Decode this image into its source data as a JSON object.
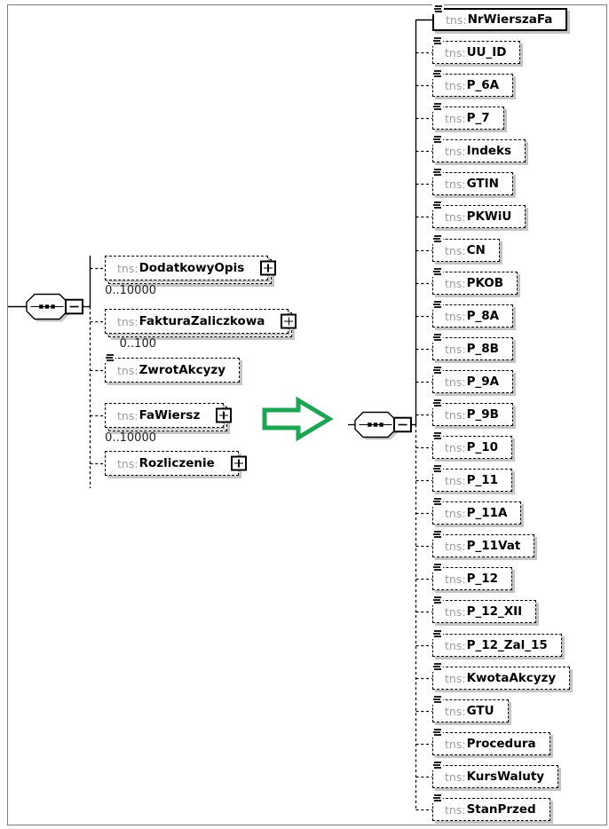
{
  "diagram": {
    "left_sequence": {
      "compositor": "sequence",
      "children": [
        {
          "prefix": "tns:",
          "name": "DodatkowyOpis",
          "kind": "complex",
          "optional": true,
          "repeated": true,
          "cardinality": "0..10000"
        },
        {
          "prefix": "tns:",
          "name": "FakturaZaliczkowa",
          "kind": "complex",
          "optional": true,
          "repeated": true,
          "cardinality": "0..100"
        },
        {
          "prefix": "tns:",
          "name": "ZwrotAkcyzy",
          "kind": "simple",
          "optional": true,
          "repeated": false,
          "cardinality": ""
        },
        {
          "prefix": "tns:",
          "name": "FaWiersz",
          "kind": "complex",
          "optional": true,
          "repeated": true,
          "cardinality": "0..10000"
        },
        {
          "prefix": "tns:",
          "name": "Rozliczenie",
          "kind": "complex",
          "optional": true,
          "repeated": false,
          "cardinality": ""
        }
      ]
    },
    "arrow": {
      "icon": "expand-arrow-icon",
      "direction": "right",
      "color": "#1EA553"
    },
    "right_sequence": {
      "compositor": "sequence",
      "children": [
        {
          "prefix": "tns:",
          "name": "NrWierszaFa",
          "kind": "simple",
          "optional": false,
          "repeated": false,
          "cardinality": ""
        },
        {
          "prefix": "tns:",
          "name": "UU_ID",
          "kind": "simple",
          "optional": true,
          "repeated": false,
          "cardinality": ""
        },
        {
          "prefix": "tns:",
          "name": "P_6A",
          "kind": "simple",
          "optional": true,
          "repeated": false,
          "cardinality": ""
        },
        {
          "prefix": "tns:",
          "name": "P_7",
          "kind": "simple",
          "optional": true,
          "repeated": false,
          "cardinality": ""
        },
        {
          "prefix": "tns:",
          "name": "Indeks",
          "kind": "simple",
          "optional": true,
          "repeated": false,
          "cardinality": ""
        },
        {
          "prefix": "tns:",
          "name": "GTIN",
          "kind": "simple",
          "optional": true,
          "repeated": false,
          "cardinality": ""
        },
        {
          "prefix": "tns:",
          "name": "PKWiU",
          "kind": "simple",
          "optional": true,
          "repeated": false,
          "cardinality": ""
        },
        {
          "prefix": "tns:",
          "name": "CN",
          "kind": "simple",
          "optional": true,
          "repeated": false,
          "cardinality": ""
        },
        {
          "prefix": "tns:",
          "name": "PKOB",
          "kind": "simple",
          "optional": true,
          "repeated": false,
          "cardinality": ""
        },
        {
          "prefix": "tns:",
          "name": "P_8A",
          "kind": "simple",
          "optional": true,
          "repeated": false,
          "cardinality": ""
        },
        {
          "prefix": "tns:",
          "name": "P_8B",
          "kind": "simple",
          "optional": true,
          "repeated": false,
          "cardinality": ""
        },
        {
          "prefix": "tns:",
          "name": "P_9A",
          "kind": "simple",
          "optional": true,
          "repeated": false,
          "cardinality": ""
        },
        {
          "prefix": "tns:",
          "name": "P_9B",
          "kind": "simple",
          "optional": true,
          "repeated": false,
          "cardinality": ""
        },
        {
          "prefix": "tns:",
          "name": "P_10",
          "kind": "simple",
          "optional": true,
          "repeated": false,
          "cardinality": ""
        },
        {
          "prefix": "tns:",
          "name": "P_11",
          "kind": "simple",
          "optional": true,
          "repeated": false,
          "cardinality": ""
        },
        {
          "prefix": "tns:",
          "name": "P_11A",
          "kind": "simple",
          "optional": true,
          "repeated": false,
          "cardinality": ""
        },
        {
          "prefix": "tns:",
          "name": "P_11Vat",
          "kind": "simple",
          "optional": true,
          "repeated": false,
          "cardinality": ""
        },
        {
          "prefix": "tns:",
          "name": "P_12",
          "kind": "simple",
          "optional": true,
          "repeated": false,
          "cardinality": ""
        },
        {
          "prefix": "tns:",
          "name": "P_12_XII",
          "kind": "simple",
          "optional": true,
          "repeated": false,
          "cardinality": ""
        },
        {
          "prefix": "tns:",
          "name": "P_12_Zal_15",
          "kind": "simple",
          "optional": true,
          "repeated": false,
          "cardinality": ""
        },
        {
          "prefix": "tns:",
          "name": "KwotaAkcyzy",
          "kind": "simple",
          "optional": true,
          "repeated": false,
          "cardinality": ""
        },
        {
          "prefix": "tns:",
          "name": "GTU",
          "kind": "simple",
          "optional": true,
          "repeated": false,
          "cardinality": ""
        },
        {
          "prefix": "tns:",
          "name": "Procedura",
          "kind": "simple",
          "optional": true,
          "repeated": false,
          "cardinality": ""
        },
        {
          "prefix": "tns:",
          "name": "KursWaluty",
          "kind": "simple",
          "optional": true,
          "repeated": false,
          "cardinality": ""
        },
        {
          "prefix": "tns:",
          "name": "StanPrzed",
          "kind": "simple",
          "optional": true,
          "repeated": false,
          "cardinality": ""
        }
      ]
    }
  }
}
